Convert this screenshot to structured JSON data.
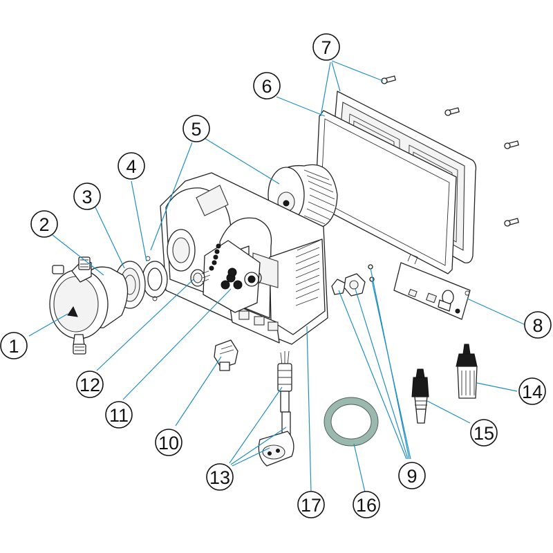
{
  "diagram": {
    "callouts": [
      {
        "id": "1",
        "label": "1"
      },
      {
        "id": "2",
        "label": "2"
      },
      {
        "id": "3",
        "label": "3"
      },
      {
        "id": "4",
        "label": "4"
      },
      {
        "id": "5",
        "label": "5"
      },
      {
        "id": "6",
        "label": "6"
      },
      {
        "id": "7",
        "label": "7"
      },
      {
        "id": "8",
        "label": "8"
      },
      {
        "id": "9",
        "label": "9"
      },
      {
        "id": "10",
        "label": "10"
      },
      {
        "id": "11",
        "label": "11"
      },
      {
        "id": "12",
        "label": "12"
      },
      {
        "id": "13",
        "label": "13"
      },
      {
        "id": "14",
        "label": "14"
      },
      {
        "id": "15",
        "label": "15"
      },
      {
        "id": "16",
        "label": "16"
      },
      {
        "id": "17",
        "label": "17"
      }
    ],
    "colors": {
      "leader": "#1f8fc2",
      "outline": "#222222",
      "hose": "#9ab8ad",
      "background": "#ffffff"
    }
  }
}
